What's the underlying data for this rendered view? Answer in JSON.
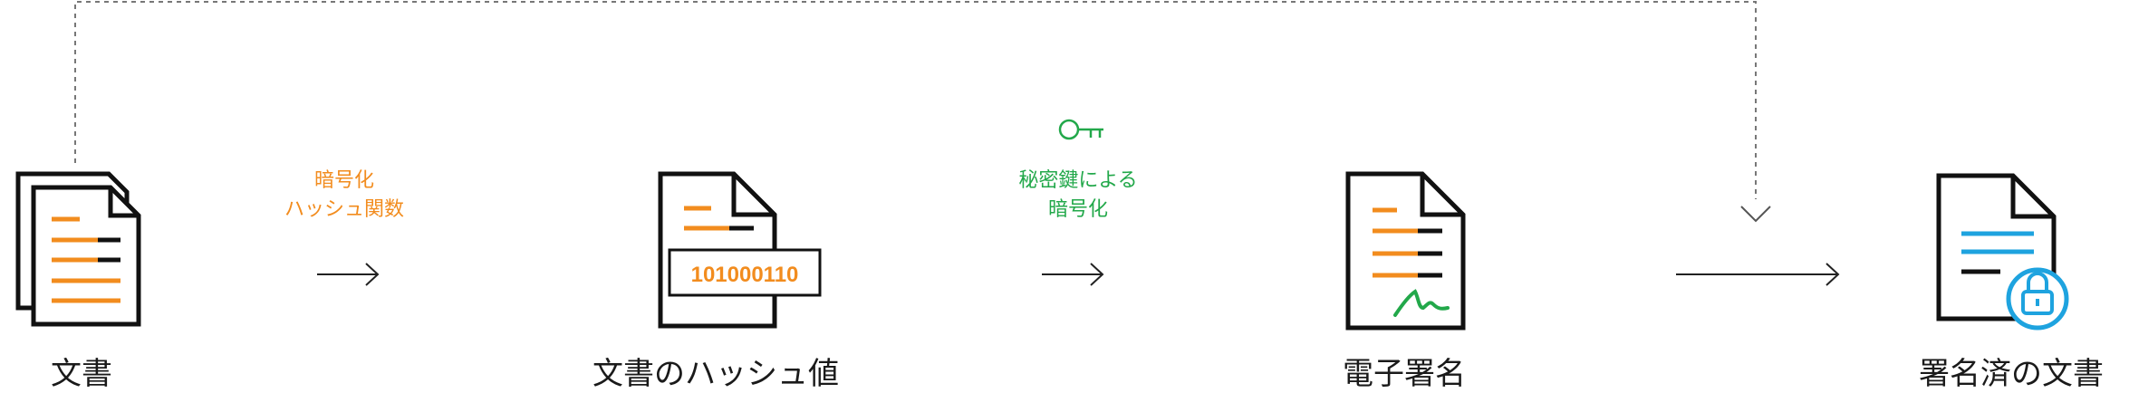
{
  "nodes": {
    "document": "文書",
    "hash": "文書のハッシュ値",
    "signature": "電子署名",
    "signed_document": "署名済の文書"
  },
  "steps": {
    "hash_line1": "暗号化",
    "hash_line2": "ハッシュ関数",
    "encrypt_line1": "秘密鍵による",
    "encrypt_line2": "暗号化"
  },
  "hash_value": "101000110",
  "colors": {
    "orange": "#f28c1e",
    "green": "#22a84a",
    "blue": "#1ea3df",
    "ink": "#111111",
    "dotted": "#777777"
  },
  "icons": [
    "document-stack-icon",
    "hash-document-icon",
    "signed-document-icon",
    "locked-document-icon",
    "key-icon"
  ]
}
